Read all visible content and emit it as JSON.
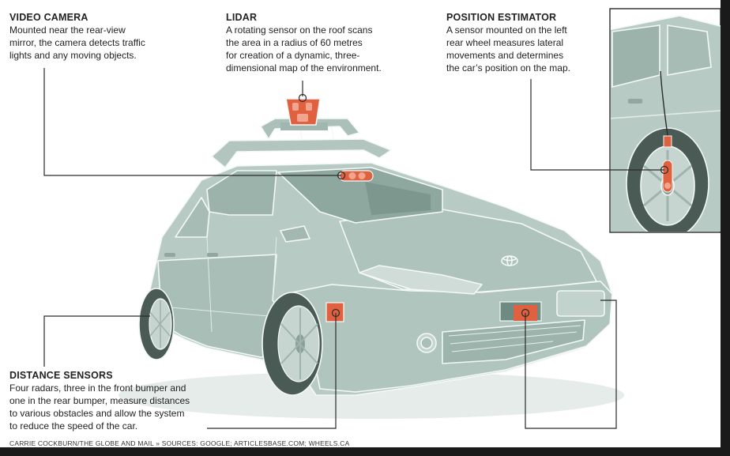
{
  "annotations": {
    "video_camera": {
      "title": "VIDEO CAMERA",
      "body": "Mounted near the rear-view\nmirror, the camera detects traffic\nlights and any moving objects."
    },
    "lidar": {
      "title": "LIDAR",
      "body": "A rotating sensor on the roof scans\nthe area in a radius of 60 metres\nfor creation of a dynamic, three-\ndimensional map of the environment."
    },
    "position_estimator": {
      "title": "POSITION ESTIMATOR",
      "body": "A sensor mounted on the left\nrear wheel measures lateral\nmovements and determines\nthe car’s position on the map."
    },
    "distance_sensors": {
      "title": "DISTANCE SENSORS",
      "body": "Four radars, three in the front bumper and\none in the rear bumper, measure distances\nto various obstacles and allow the system\nto reduce the speed of the car."
    }
  },
  "credit": {
    "author": "CARRIE COCKBURN/THE GLOBE AND MAIL",
    "separator": "»",
    "sources": "SOURCES: GOOGLE; ARTICLESBASE.COM; WHEELS.CA"
  },
  "colors": {
    "car_body": "#b7cbc4",
    "car_shadow": "#98b0a8",
    "car_dark": "#6f8a82",
    "sensor_red": "#e0613f",
    "line": "#2a2a2a",
    "outline": "#f4f8f6"
  }
}
